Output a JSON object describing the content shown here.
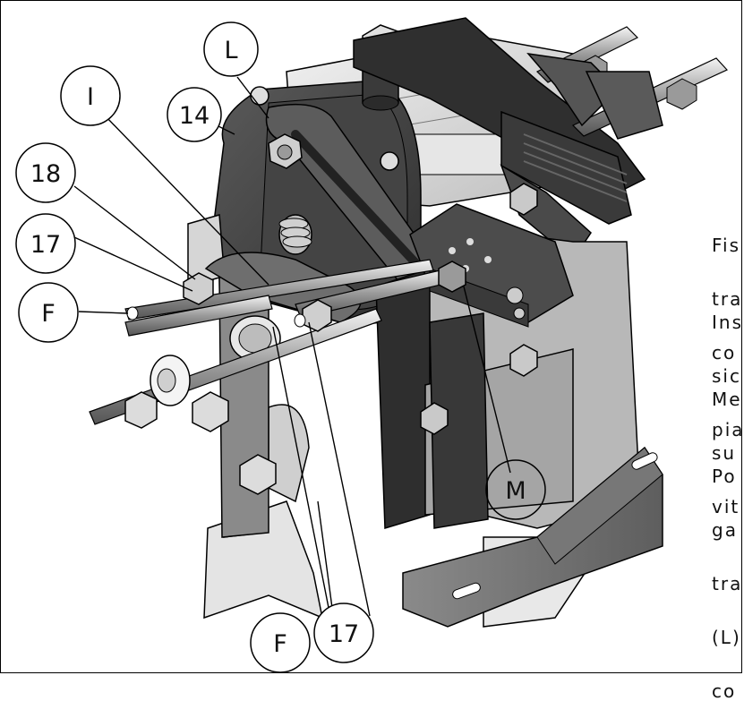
{
  "callouts": {
    "L": "L",
    "n14": "14",
    "I": "I",
    "n18": "18",
    "n17_top": "17",
    "F_left": "F",
    "M": "M",
    "F_bottom": "F",
    "n17_bottom": "17"
  },
  "side_notes": [
    [
      "Fis",
      "tra",
      "co"
    ],
    [
      "Ins",
      "sic",
      "pia"
    ],
    [
      "Me",
      "su",
      "vit"
    ],
    [
      "Po",
      "ga",
      "tra",
      "(L)",
      "co"
    ]
  ],
  "colors": {
    "metal_dark": "#3d3d3d",
    "metal_mid": "#7a7a7a",
    "metal_light": "#d8d8d8",
    "line": "#000000"
  }
}
